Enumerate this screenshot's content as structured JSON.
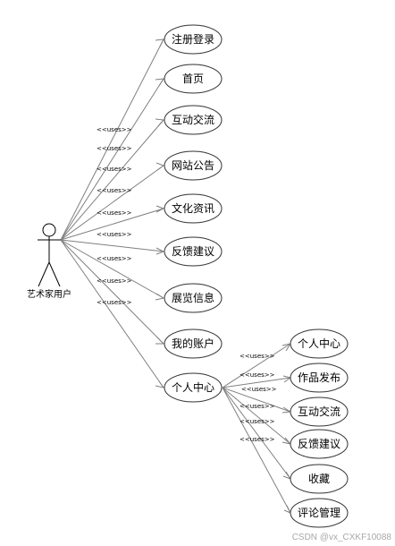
{
  "actor": {
    "label": "艺术家用户"
  },
  "stereotype": "<<uses>>",
  "main_use_cases": [
    {
      "id": "register",
      "label": "注册登录"
    },
    {
      "id": "home",
      "label": "首页"
    },
    {
      "id": "interaction",
      "label": "互动交流"
    },
    {
      "id": "announcements",
      "label": "网站公告"
    },
    {
      "id": "culture-news",
      "label": "文化资讯"
    },
    {
      "id": "feedback",
      "label": "反馈建议"
    },
    {
      "id": "exhibition",
      "label": "展览信息"
    },
    {
      "id": "my-account",
      "label": "我的账户"
    },
    {
      "id": "personal-center",
      "label": "个人中心"
    }
  ],
  "sub_use_cases": [
    {
      "id": "sub-personal-center",
      "label": "个人中心"
    },
    {
      "id": "sub-publish",
      "label": "作品发布"
    },
    {
      "id": "sub-interaction",
      "label": "互动交流"
    },
    {
      "id": "sub-feedback",
      "label": "反馈建议"
    },
    {
      "id": "sub-favorites",
      "label": "收藏"
    },
    {
      "id": "sub-comments",
      "label": "评论管理"
    }
  ],
  "watermark": "CSDN @vx_CXKF10088"
}
